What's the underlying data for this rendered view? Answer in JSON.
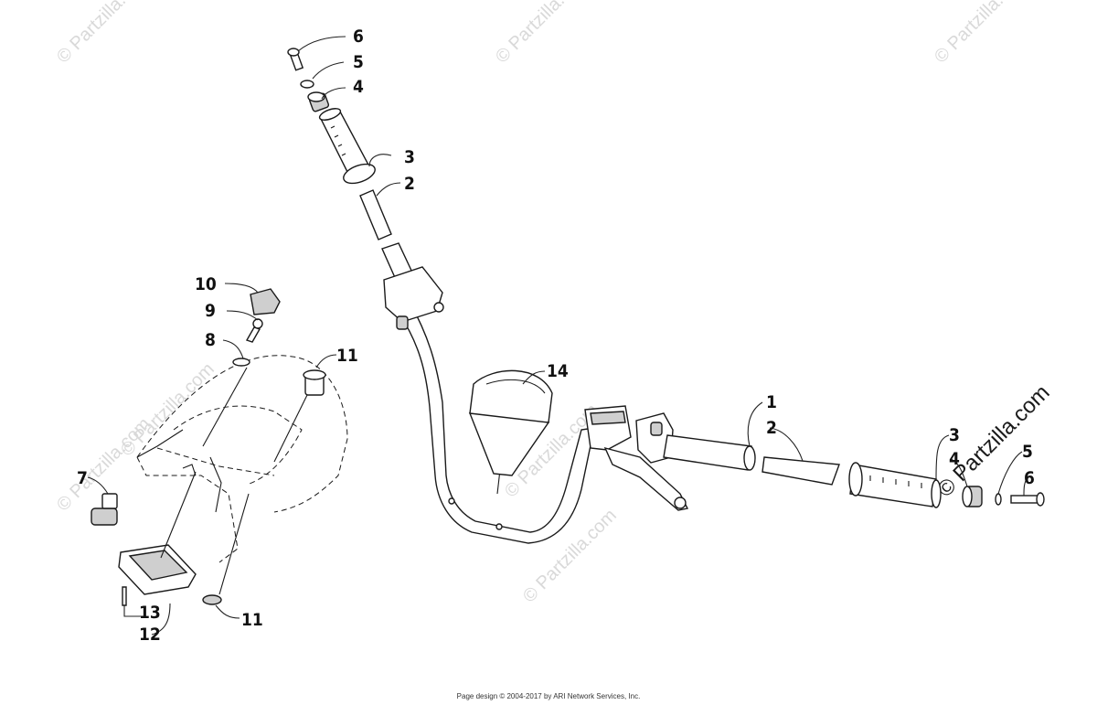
{
  "watermark": "© Partzilla.com",
  "footer": "Page design © 2004-2017 by ARI Network Services, Inc.",
  "callouts": {
    "c6a": "6",
    "c5a": "5",
    "c4a": "4",
    "c3a": "3",
    "c2a": "2",
    "c10": "10",
    "c9": "9",
    "c8": "8",
    "c11a": "11",
    "c7": "7",
    "c13": "13",
    "c12": "12",
    "c11b": "11",
    "c14": "14",
    "c1": "1",
    "c2b": "2",
    "c3b": "3",
    "c4b": "4",
    "c5b": "5",
    "c6b": "6"
  }
}
